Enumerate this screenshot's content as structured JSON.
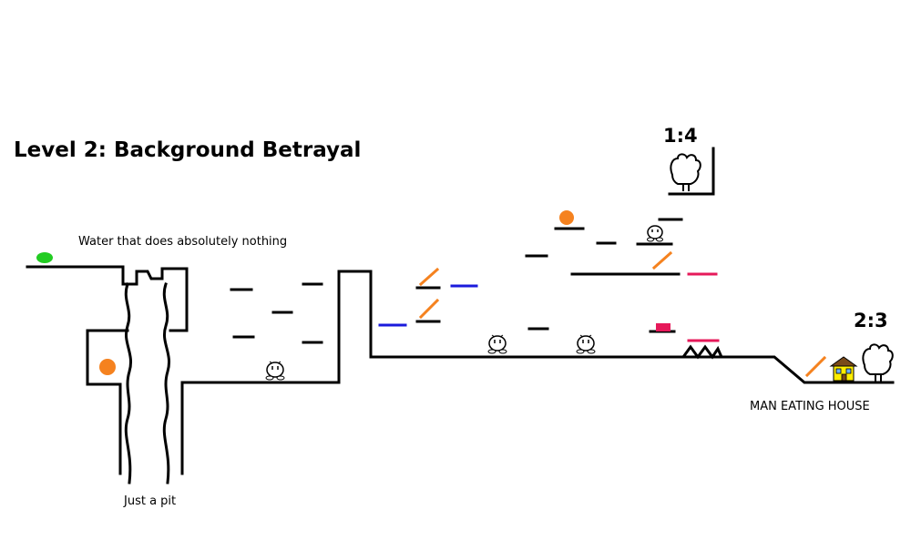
{
  "level": {
    "title": "Level 2: Background Betrayal"
  },
  "annotations": {
    "water": "Water that does absolutely nothing",
    "pit": "Just a pit",
    "house": "MAN EATING HOUSE"
  },
  "scores": {
    "upper_goal": "1:4",
    "lower_goal": "2:3"
  },
  "colors": {
    "ground": "#000000",
    "orb": "#f5821f",
    "slime": "#22cc22",
    "blue_platform": "#1a1adc",
    "pink_platform": "#e6195a",
    "orange_ramp": "#f5821f",
    "house_wall": "#ffee00",
    "house_roof": "#7a4a1a"
  },
  "icons": [
    "glove-icon",
    "goomba-icon",
    "house-icon",
    "orb-icon",
    "slime-icon",
    "spike-icon"
  ]
}
